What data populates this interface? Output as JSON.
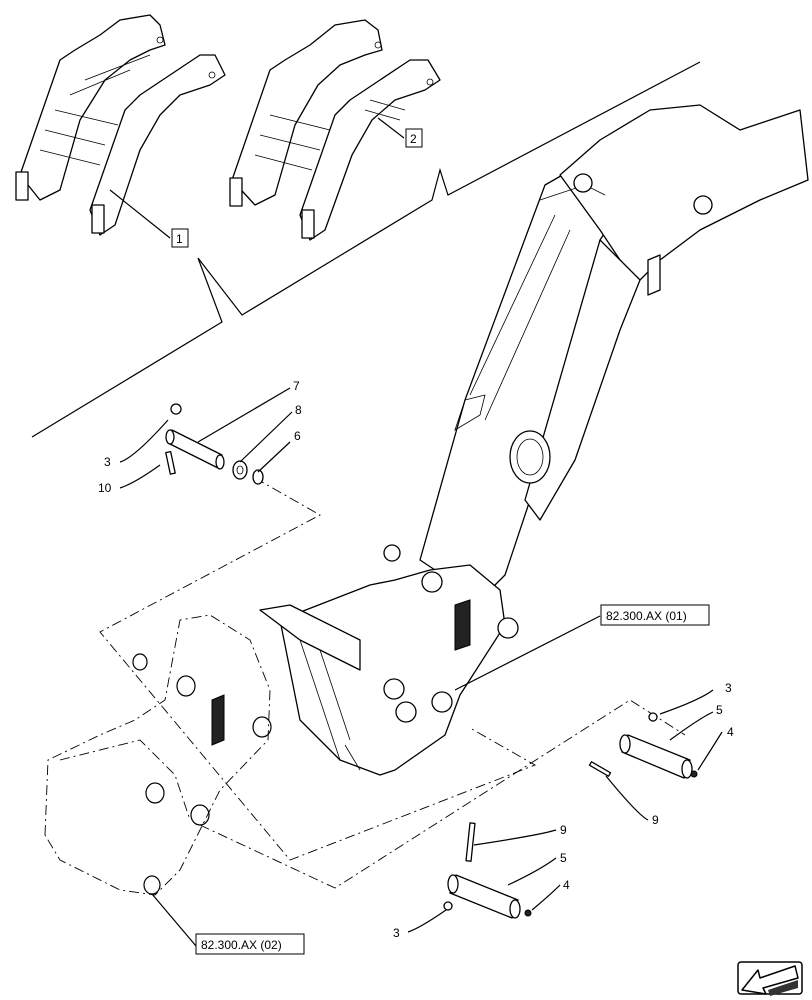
{
  "callouts": {
    "variant_1": "1",
    "variant_2": "2",
    "item_3_top": "3",
    "item_10": "10",
    "item_7": "7",
    "item_8": "8",
    "item_6": "6",
    "item_3_right": "3",
    "item_5_right": "5",
    "item_4_right": "4",
    "item_9_right": "9",
    "item_9_bottom": "9",
    "item_5_bottom": "5",
    "item_4_bottom": "4",
    "item_3_bottom": "3"
  },
  "references": {
    "ref_upper": "82.300.AX (01)",
    "ref_lower": "82.300.AX (02)"
  },
  "nav": {
    "next_icon": "arrow-next-icon"
  }
}
